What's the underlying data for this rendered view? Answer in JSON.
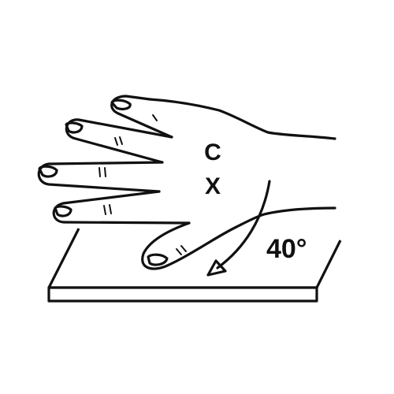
{
  "labels": {
    "top_letter": "C",
    "bottom_letter": "X",
    "angle": "40°"
  },
  "colors": {
    "ink": "#111111",
    "background": "#ffffff"
  },
  "elements": {
    "surface": "table-surface",
    "hand": "left-hand-flat",
    "arrow": "rotation-arrow"
  }
}
